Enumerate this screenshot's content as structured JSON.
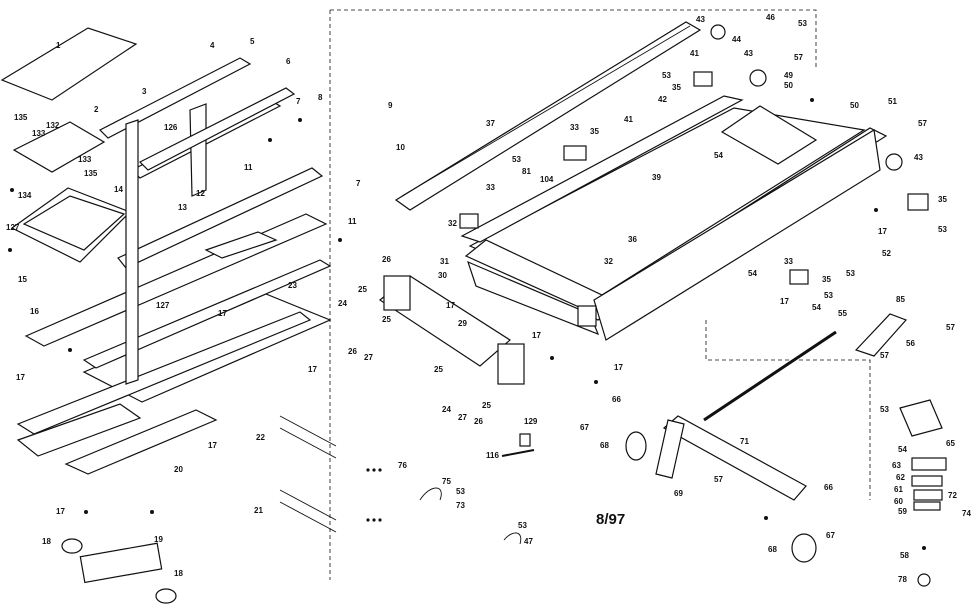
{
  "date_label": "8/97",
  "callouts": [
    {
      "id": "c1",
      "text": "1"
    },
    {
      "id": "c2a",
      "text": "2"
    },
    {
      "id": "c3a",
      "text": "3"
    },
    {
      "id": "c4",
      "text": "4"
    },
    {
      "id": "c5",
      "text": "5"
    },
    {
      "id": "c6",
      "text": "6"
    },
    {
      "id": "c7a",
      "text": "7"
    },
    {
      "id": "c7b",
      "text": "7"
    },
    {
      "id": "c8",
      "text": "8"
    },
    {
      "id": "c9",
      "text": "9"
    },
    {
      "id": "c10",
      "text": "10"
    },
    {
      "id": "c11a",
      "text": "11"
    },
    {
      "id": "c11b",
      "text": "11"
    },
    {
      "id": "c12",
      "text": "12"
    },
    {
      "id": "c13",
      "text": "13"
    },
    {
      "id": "c14",
      "text": "14"
    },
    {
      "id": "c15",
      "text": "15"
    },
    {
      "id": "c16",
      "text": "16"
    },
    {
      "id": "c17a",
      "text": "17"
    },
    {
      "id": "c17b",
      "text": "17"
    },
    {
      "id": "c17c",
      "text": "17"
    },
    {
      "id": "c17d",
      "text": "17"
    },
    {
      "id": "c17e",
      "text": "17"
    },
    {
      "id": "c17f",
      "text": "17"
    },
    {
      "id": "c17g",
      "text": "17"
    },
    {
      "id": "c17h",
      "text": "17"
    },
    {
      "id": "c17i",
      "text": "17"
    },
    {
      "id": "c17j",
      "text": "17"
    },
    {
      "id": "c18a",
      "text": "18"
    },
    {
      "id": "c18b",
      "text": "18"
    },
    {
      "id": "c19",
      "text": "19"
    },
    {
      "id": "c20",
      "text": "20"
    },
    {
      "id": "c21",
      "text": "21"
    },
    {
      "id": "c22",
      "text": "22"
    },
    {
      "id": "c23",
      "text": "23"
    },
    {
      "id": "c24a",
      "text": "24"
    },
    {
      "id": "c24b",
      "text": "24"
    },
    {
      "id": "c25a",
      "text": "25"
    },
    {
      "id": "c25b",
      "text": "25"
    },
    {
      "id": "c25c",
      "text": "25"
    },
    {
      "id": "c25d",
      "text": "25"
    },
    {
      "id": "c26a",
      "text": "26"
    },
    {
      "id": "c26b",
      "text": "26"
    },
    {
      "id": "c26c",
      "text": "26"
    },
    {
      "id": "c27a",
      "text": "27"
    },
    {
      "id": "c27b",
      "text": "27"
    },
    {
      "id": "c29",
      "text": "29"
    },
    {
      "id": "c30",
      "text": "30"
    },
    {
      "id": "c31",
      "text": "31"
    },
    {
      "id": "c32a",
      "text": "32"
    },
    {
      "id": "c32b",
      "text": "32"
    },
    {
      "id": "c33a",
      "text": "33"
    },
    {
      "id": "c33b",
      "text": "33"
    },
    {
      "id": "c33c",
      "text": "33"
    },
    {
      "id": "c35a",
      "text": "35"
    },
    {
      "id": "c35b",
      "text": "35"
    },
    {
      "id": "c35c",
      "text": "35"
    },
    {
      "id": "c35d",
      "text": "35"
    },
    {
      "id": "c36",
      "text": "36"
    },
    {
      "id": "c37",
      "text": "37"
    },
    {
      "id": "c39",
      "text": "39"
    },
    {
      "id": "c41a",
      "text": "41"
    },
    {
      "id": "c41b",
      "text": "41"
    },
    {
      "id": "c42",
      "text": "42"
    },
    {
      "id": "c43a",
      "text": "43"
    },
    {
      "id": "c43b",
      "text": "43"
    },
    {
      "id": "c43c",
      "text": "43"
    },
    {
      "id": "c44",
      "text": "44"
    },
    {
      "id": "c46",
      "text": "46"
    },
    {
      "id": "c47",
      "text": "47"
    },
    {
      "id": "c49",
      "text": "49"
    },
    {
      "id": "c50a",
      "text": "50"
    },
    {
      "id": "c50b",
      "text": "50"
    },
    {
      "id": "c51",
      "text": "51"
    },
    {
      "id": "c52",
      "text": "52"
    },
    {
      "id": "c53a",
      "text": "53"
    },
    {
      "id": "c53b",
      "text": "53"
    },
    {
      "id": "c53c",
      "text": "53"
    },
    {
      "id": "c53d",
      "text": "53"
    },
    {
      "id": "c53e",
      "text": "53"
    },
    {
      "id": "c53f",
      "text": "53"
    },
    {
      "id": "c53g",
      "text": "53"
    },
    {
      "id": "c53h",
      "text": "53"
    },
    {
      "id": "c53i",
      "text": "53"
    },
    {
      "id": "c54a",
      "text": "54"
    },
    {
      "id": "c54b",
      "text": "54"
    },
    {
      "id": "c54c",
      "text": "54"
    },
    {
      "id": "c54d",
      "text": "54"
    },
    {
      "id": "c55",
      "text": "55"
    },
    {
      "id": "c56",
      "text": "56"
    },
    {
      "id": "c57a",
      "text": "57"
    },
    {
      "id": "c57b",
      "text": "57"
    },
    {
      "id": "c57c",
      "text": "57"
    },
    {
      "id": "c57d",
      "text": "57"
    },
    {
      "id": "c57e",
      "text": "57"
    },
    {
      "id": "c58",
      "text": "58"
    },
    {
      "id": "c59",
      "text": "59"
    },
    {
      "id": "c60",
      "text": "60"
    },
    {
      "id": "c61",
      "text": "61"
    },
    {
      "id": "c62",
      "text": "62"
    },
    {
      "id": "c63",
      "text": "63"
    },
    {
      "id": "c65",
      "text": "65"
    },
    {
      "id": "c66a",
      "text": "66"
    },
    {
      "id": "c66b",
      "text": "66"
    },
    {
      "id": "c67a",
      "text": "67"
    },
    {
      "id": "c67b",
      "text": "67"
    },
    {
      "id": "c68a",
      "text": "68"
    },
    {
      "id": "c68b",
      "text": "68"
    },
    {
      "id": "c69",
      "text": "69"
    },
    {
      "id": "c71",
      "text": "71"
    },
    {
      "id": "c72",
      "text": "72"
    },
    {
      "id": "c73",
      "text": "73"
    },
    {
      "id": "c74",
      "text": "74"
    },
    {
      "id": "c75",
      "text": "75"
    },
    {
      "id": "c76",
      "text": "76"
    },
    {
      "id": "c78",
      "text": "78"
    },
    {
      "id": "c81",
      "text": "81"
    },
    {
      "id": "c85",
      "text": "85"
    },
    {
      "id": "c104",
      "text": "104"
    },
    {
      "id": "c116",
      "text": "116"
    },
    {
      "id": "c126",
      "text": "126"
    },
    {
      "id": "c127a",
      "text": "127"
    },
    {
      "id": "c127b",
      "text": "127"
    },
    {
      "id": "c129",
      "text": "129"
    },
    {
      "id": "c132",
      "text": "132"
    },
    {
      "id": "c133a",
      "text": "133"
    },
    {
      "id": "c133b",
      "text": "133"
    },
    {
      "id": "c134",
      "text": "134"
    },
    {
      "id": "c135a",
      "text": "135"
    },
    {
      "id": "c135b",
      "text": "135"
    }
  ]
}
